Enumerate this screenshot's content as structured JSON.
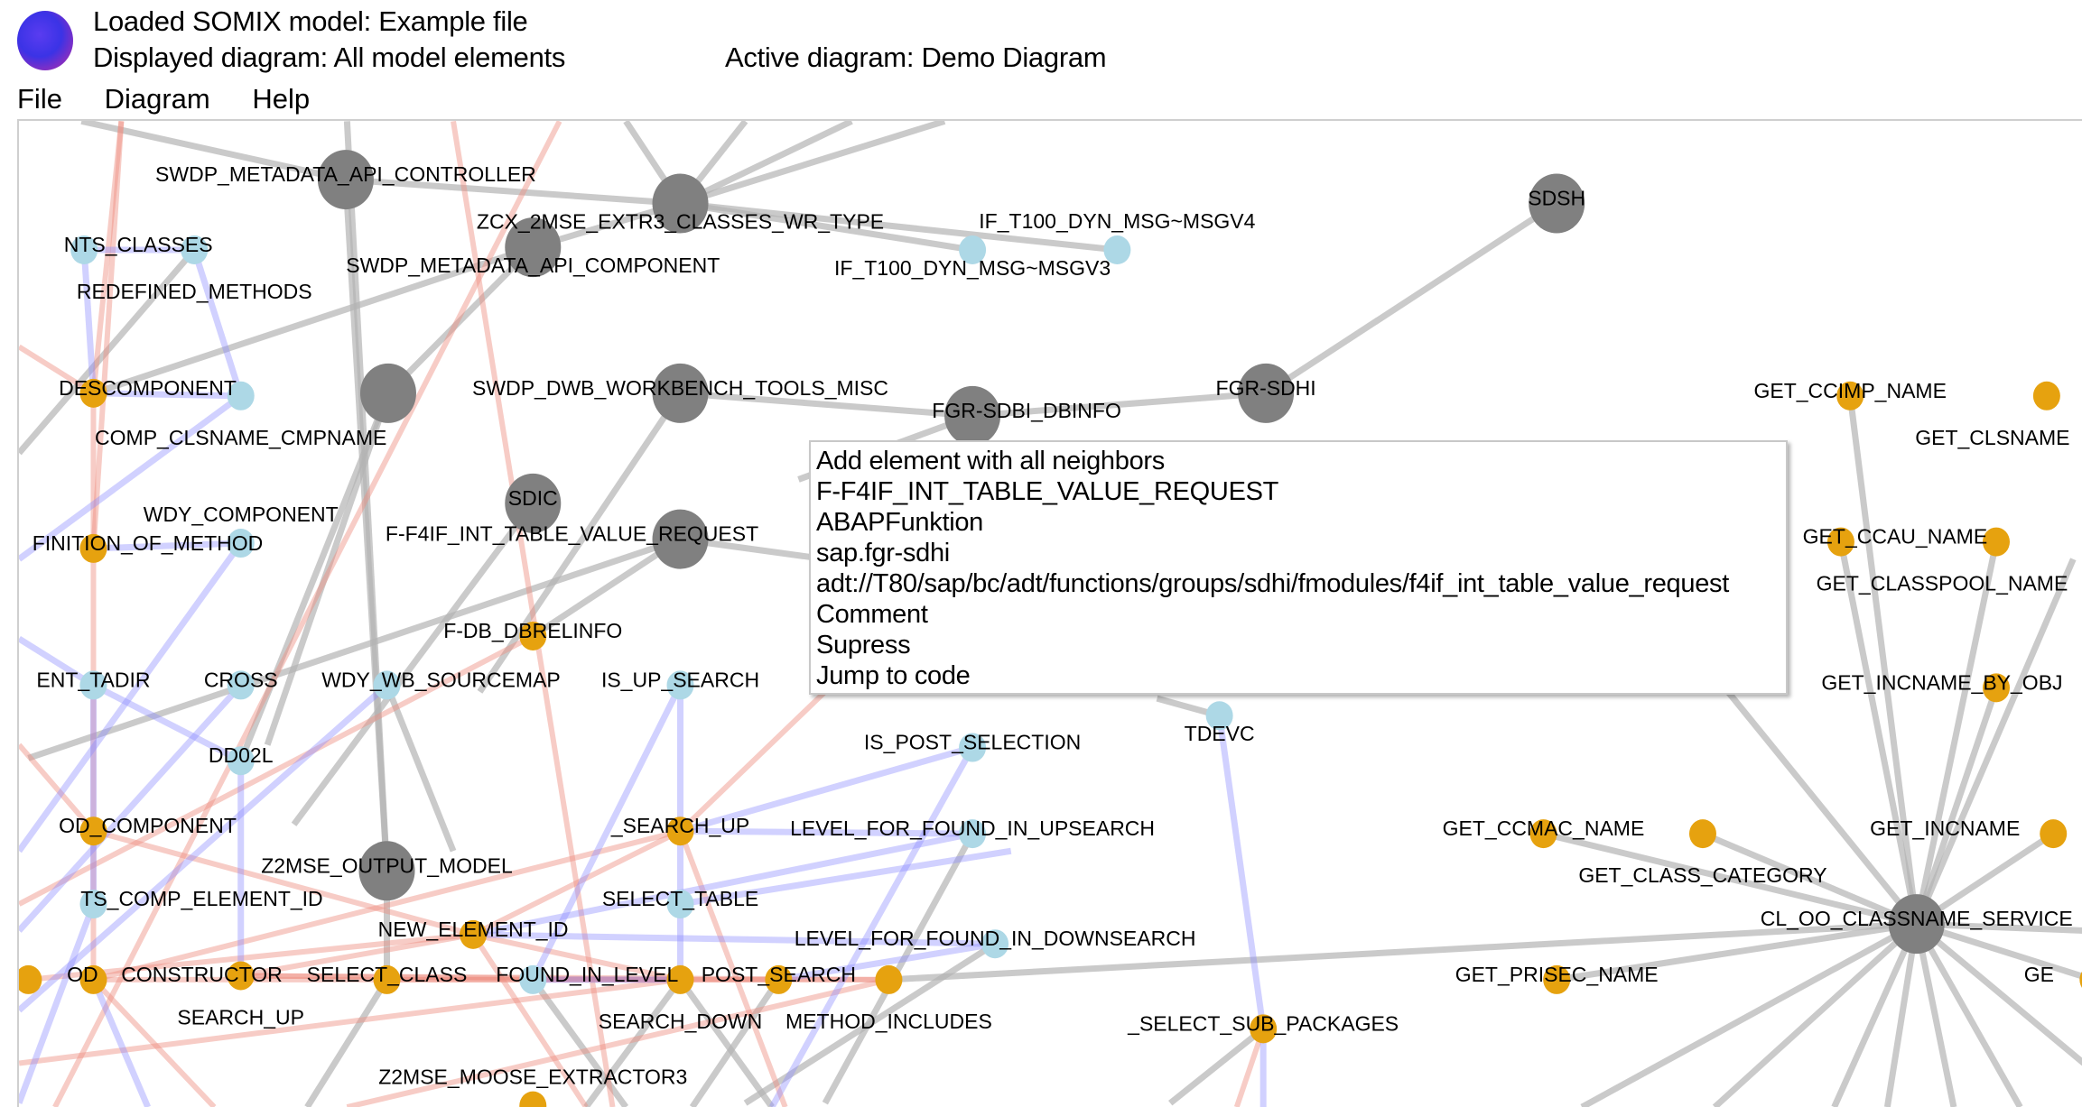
{
  "header": {
    "loaded_model": "Loaded SOMIX model: Example file",
    "displayed_diagram": "Displayed diagram: All model elements",
    "active_diagram": "Active diagram: Demo Diagram"
  },
  "menu": [
    "File",
    "Diagram",
    "Help"
  ],
  "colors": {
    "class": "#808080",
    "method": "#e6a20f",
    "data": "#add8e6",
    "edge_call": "#ed8f80",
    "edge_access": "#8c8cff",
    "edge_parent": "#b4b4b4"
  },
  "nodes": [
    {
      "label": "SWDP_METADATA_API_CONTROLLER",
      "kind": "class"
    },
    {
      "label": "ZCX_2MSE_EXTR3_CLASSES_WR_TYPE",
      "kind": "class"
    },
    {
      "label": "SWDP_METADATA_API_COMPONENT",
      "kind": "class"
    },
    {
      "label": "SDSH",
      "kind": "class"
    },
    {
      "kind": "class"
    },
    {
      "label": "SWDP_DWB_WORKBENCH_TOOLS_MISC",
      "kind": "class"
    },
    {
      "label": "FGR-SDBI_DBINFO",
      "kind": "class"
    },
    {
      "label": "FGR-SDHI",
      "kind": "class"
    },
    {
      "label": "SDIC",
      "kind": "class"
    },
    {
      "label": "F-F4IF_INT_TABLE_VALUE_REQUEST",
      "kind": "class"
    },
    {
      "label": "Z2MSE_OUTPUT_MODEL",
      "kind": "class"
    },
    {
      "label": "CL_OO_CLASSNAME_SERVICE",
      "kind": "class"
    },
    {
      "label": "TDEVC",
      "kind": "data"
    },
    {
      "label": "NTS_CLASSES",
      "kind": "data"
    },
    {
      "label": "REDEFINED_METHODS",
      "kind": "data"
    },
    {
      "label": "IF_T100_DYN_MSG~MSGV3",
      "kind": "data"
    },
    {
      "label": "IF_T100_DYN_MSG~MSGV4",
      "kind": "data"
    },
    {
      "label": "DESCOMPONENT",
      "kind": "method"
    },
    {
      "label": "COMP_CLSNAME_CMPNAME",
      "kind": "data"
    },
    {
      "label": "FINITION_OF_METHOD",
      "kind": "method"
    },
    {
      "label": "WDY_COMPONENT",
      "kind": "data"
    },
    {
      "label": "F-DB_DBRELINFO",
      "kind": "method"
    },
    {
      "label": "ENT_TADIR",
      "kind": "data"
    },
    {
      "label": "CROSS",
      "kind": "data"
    },
    {
      "label": "WDY_WB_SOURCEMAP",
      "kind": "data"
    },
    {
      "label": "IS_UP_SEARCH",
      "kind": "data"
    },
    {
      "label": "DD02L",
      "kind": "data"
    },
    {
      "label": "OD_COMPONENT",
      "kind": "method"
    },
    {
      "label": "_SEARCH_UP",
      "kind": "method"
    },
    {
      "label": "LEVEL_FOR_FOUND_IN_UPSEARCH",
      "kind": "data"
    },
    {
      "label": "TS_COMP_ELEMENT_ID",
      "kind": "data"
    },
    {
      "label": "SELECT_TABLE",
      "kind": "data"
    },
    {
      "label": "NEW_ELEMENT_ID",
      "kind": "method"
    },
    {
      "label": "LEVEL_FOR_FOUND_IN_DOWNSEARCH",
      "kind": "data"
    },
    {
      "label": "OD",
      "kind": "method"
    },
    {
      "label": "CONSTRUCTOR",
      "kind": "method"
    },
    {
      "label": "SEARCH_UP",
      "kind": "method"
    },
    {
      "label": "SELECT_CLASS",
      "kind": "method"
    },
    {
      "label": "FOUND_IN_LEVEL",
      "kind": "data"
    },
    {
      "label": "SEARCH_DOWN",
      "kind": "method"
    },
    {
      "label": "POST_SEARCH",
      "kind": "method"
    },
    {
      "label": "METHOD_INCLUDES",
      "kind": "method"
    },
    {
      "label": "IS_POST_SELECTION",
      "kind": "data"
    },
    {
      "label": "_SELECT_SUB_PACKAGES",
      "kind": "method"
    },
    {
      "label": "GET_CCMAC_NAME",
      "kind": "method"
    },
    {
      "label": "GET_CLASS_CATEGORY",
      "kind": "method"
    },
    {
      "label": "GET_PRISEC_NAME",
      "kind": "method"
    },
    {
      "label": "GET_CCIMP_NAME",
      "kind": "method"
    },
    {
      "label": "GET_CLSNAME",
      "kind": "method"
    },
    {
      "label": "GET_CCAU_NAME",
      "kind": "method"
    },
    {
      "label": "GET_CLASSPOOL_NAME",
      "kind": "method"
    },
    {
      "label": "GET_INCNAME_BY_OBJ",
      "kind": "method"
    },
    {
      "label": "Z2MSE_MOOSE_EXTRACTOR3",
      "kind": "method"
    },
    {
      "label": "GET_INCNAME",
      "kind": "method"
    },
    {
      "label": "GE",
      "kind": "method"
    }
  ],
  "context_menu": {
    "items": [
      "Add element with all neighbors",
      "F-F4IF_INT_TABLE_VALUE_REQUEST",
      "ABAPFunktion",
      "sap.fgr-sdhi",
      "adt://T80/sap/bc/adt/functions/groups/sdhi/fmodules/f4if_int_table_value_request",
      "Comment",
      "Supress",
      "Jump to code"
    ]
  }
}
